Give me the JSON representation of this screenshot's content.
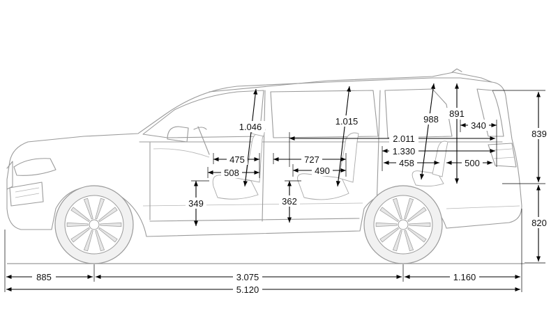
{
  "diagram": {
    "dimensions": {
      "front_overhang": "885",
      "wheelbase": "3.075",
      "rear_overhang": "1.160",
      "overall_length": "5.120",
      "overall_height_upper": "839",
      "overall_height_lower": "820",
      "headroom_row1": "1.046",
      "headroom_row2": "1.015",
      "headroom_row3": "988",
      "headroom_cargo": "891",
      "cargo_length_2nd_row": "2.011",
      "cargo_length_3rd_row": "1.330",
      "cargo_length_behind_3rd": "340",
      "cargo_depth_rear": "500",
      "legroom_3rd_row": "458",
      "seat_depth_row1_upper": "475",
      "seat_depth_row1_lower": "508",
      "seat_depth_row2_upper": "727",
      "seat_depth_row2_lower": "490",
      "seat_height_row1": "349",
      "seat_height_row2": "362"
    }
  }
}
